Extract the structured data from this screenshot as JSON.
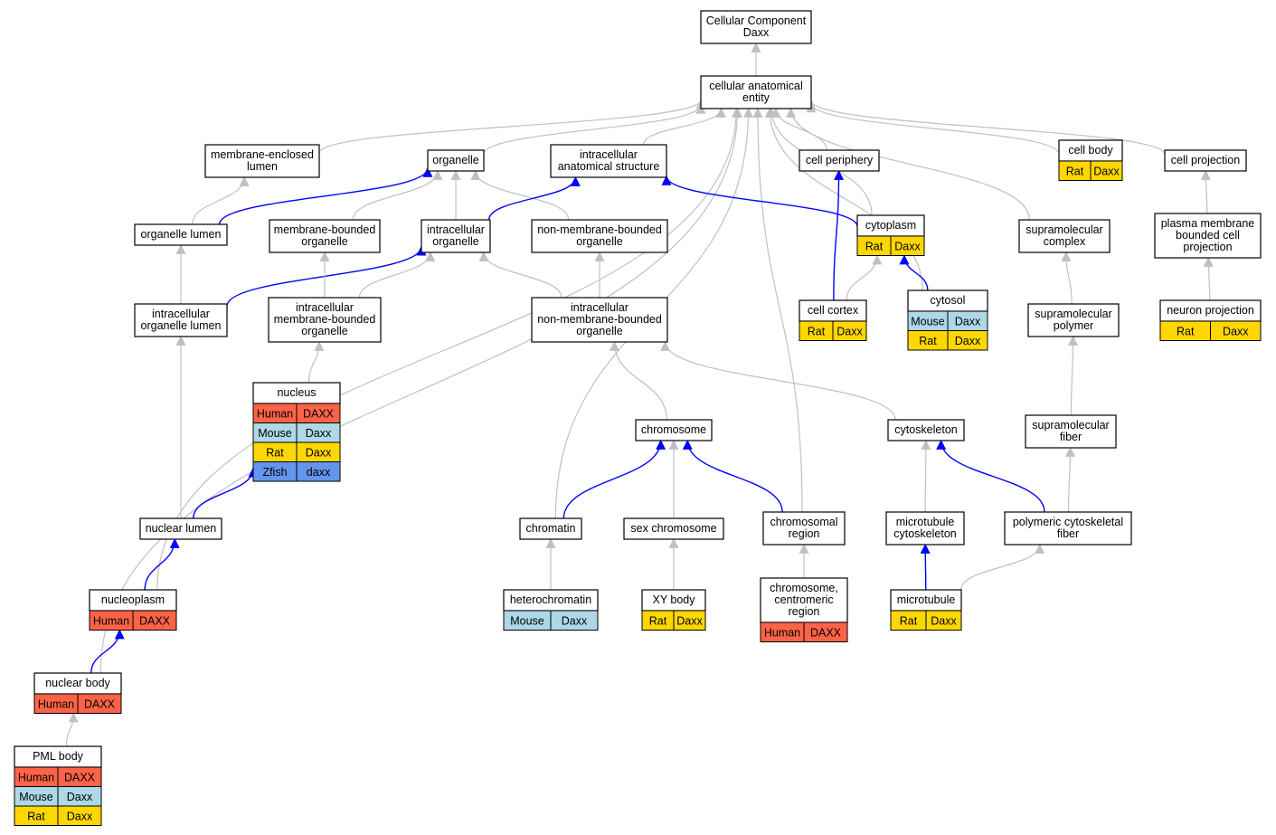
{
  "colors": {
    "human": "#ff6347",
    "mouse": "#add8e6",
    "rat": "#ffd700",
    "zfish": "#6495ed",
    "edge_gray": "#c0c0c0",
    "edge_blue": "#0000ff"
  },
  "nodes": {
    "root": {
      "lines": [
        "Cellular Component",
        "Daxx"
      ]
    },
    "cae": {
      "lines": [
        "cellular anatomical",
        "entity"
      ]
    },
    "mel": {
      "lines": [
        "membrane-enclosed",
        "lumen"
      ]
    },
    "organelle": {
      "lines": [
        "organelle"
      ]
    },
    "ias": {
      "lines": [
        "intracellular",
        "anatomical structure"
      ]
    },
    "cellperiph": {
      "lines": [
        "cell periphery"
      ]
    },
    "cellbody": {
      "lines": [
        "cell body"
      ],
      "species": [
        [
          "Rat",
          "Daxx"
        ]
      ]
    },
    "cellproj": {
      "lines": [
        "cell projection"
      ]
    },
    "orglumen": {
      "lines": [
        "organelle lumen"
      ]
    },
    "mbo": {
      "lines": [
        "membrane-bounded",
        "organelle"
      ]
    },
    "intorg": {
      "lines": [
        "intracellular",
        "organelle"
      ]
    },
    "nmbo": {
      "lines": [
        "non-membrane-bounded",
        "organelle"
      ]
    },
    "cytoplasm": {
      "lines": [
        "cytoplasm"
      ],
      "species": [
        [
          "Rat",
          "Daxx"
        ]
      ]
    },
    "supracomplex": {
      "lines": [
        "supramolecular",
        "complex"
      ]
    },
    "pmbcp": {
      "lines": [
        "plasma membrane",
        "bounded cell",
        "projection"
      ]
    },
    "iol": {
      "lines": [
        "intracellular",
        "organelle lumen"
      ]
    },
    "imbo": {
      "lines": [
        "intracellular",
        "membrane-bounded",
        "organelle"
      ]
    },
    "inmbo": {
      "lines": [
        "intracellular",
        "non-membrane-bounded",
        "organelle"
      ]
    },
    "cellcortex": {
      "lines": [
        "cell cortex"
      ],
      "species": [
        [
          "Rat",
          "Daxx"
        ]
      ]
    },
    "cytosol": {
      "lines": [
        "cytosol"
      ],
      "species": [
        [
          "Mouse",
          "Daxx"
        ],
        [
          "Rat",
          "Daxx"
        ]
      ]
    },
    "suprapolymer": {
      "lines": [
        "supramolecular",
        "polymer"
      ]
    },
    "neuronproj": {
      "lines": [
        "neuron projection"
      ],
      "species": [
        [
          "Rat",
          "Daxx"
        ]
      ]
    },
    "nucleus": {
      "lines": [
        "nucleus"
      ],
      "species": [
        [
          "Human",
          "DAXX"
        ],
        [
          "Mouse",
          "Daxx"
        ],
        [
          "Rat",
          "Daxx"
        ],
        [
          "Zfish",
          "daxx"
        ]
      ]
    },
    "chromosome": {
      "lines": [
        "chromosome"
      ]
    },
    "cytoskeleton": {
      "lines": [
        "cytoskeleton"
      ]
    },
    "suprafiber": {
      "lines": [
        "supramolecular",
        "fiber"
      ]
    },
    "nuclumen": {
      "lines": [
        "nuclear lumen"
      ]
    },
    "chromatin": {
      "lines": [
        "chromatin"
      ]
    },
    "sexchrom": {
      "lines": [
        "sex chromosome"
      ]
    },
    "chromregion": {
      "lines": [
        "chromosomal",
        "region"
      ]
    },
    "mtcyto": {
      "lines": [
        "microtubule",
        "cytoskeleton"
      ]
    },
    "pcf": {
      "lines": [
        "polymeric cytoskeletal",
        "fiber"
      ]
    },
    "nucleoplasm": {
      "lines": [
        "nucleoplasm"
      ],
      "species": [
        [
          "Human",
          "DAXX"
        ]
      ]
    },
    "heterochromatin": {
      "lines": [
        "heterochromatin"
      ],
      "species": [
        [
          "Mouse",
          "Daxx"
        ]
      ]
    },
    "xybody": {
      "lines": [
        "XY body"
      ],
      "species": [
        [
          "Rat",
          "Daxx"
        ]
      ]
    },
    "centromeric": {
      "lines": [
        "chromosome,",
        "centromeric",
        "region"
      ],
      "species": [
        [
          "Human",
          "DAXX"
        ]
      ]
    },
    "microtubule": {
      "lines": [
        "microtubule"
      ],
      "species": [
        [
          "Rat",
          "Daxx"
        ]
      ]
    },
    "nuclearbody": {
      "lines": [
        "nuclear body"
      ],
      "species": [
        [
          "Human",
          "DAXX"
        ]
      ]
    },
    "pmlbody": {
      "lines": [
        "PML body"
      ],
      "species": [
        [
          "Human",
          "DAXX"
        ],
        [
          "Mouse",
          "Daxx"
        ],
        [
          "Rat",
          "Daxx"
        ]
      ]
    }
  },
  "edges": [
    {
      "from": "cae",
      "to": "root",
      "type": "gray"
    },
    {
      "from": "mel",
      "to": "cae",
      "type": "gray"
    },
    {
      "from": "organelle",
      "to": "cae",
      "type": "gray"
    },
    {
      "from": "ias",
      "to": "cae",
      "type": "gray"
    },
    {
      "from": "cellperiph",
      "to": "cae",
      "type": "gray"
    },
    {
      "from": "cellbody",
      "to": "cae",
      "type": "gray"
    },
    {
      "from": "cellproj",
      "to": "cae",
      "type": "gray"
    },
    {
      "from": "cytoplasm",
      "to": "cae",
      "type": "gray"
    },
    {
      "from": "cytosol",
      "to": "cae",
      "type": "gray"
    },
    {
      "from": "supracomplex",
      "to": "cae",
      "type": "gray"
    },
    {
      "from": "chromatin",
      "to": "cae",
      "type": "gray"
    },
    {
      "from": "chromregion",
      "to": "cae",
      "type": "gray"
    },
    {
      "from": "nucleoplasm",
      "to": "cae",
      "type": "gray"
    },
    {
      "from": "nuclearbody",
      "to": "cae",
      "type": "gray"
    },
    {
      "from": "orglumen",
      "to": "mel",
      "type": "gray"
    },
    {
      "from": "orglumen",
      "to": "organelle",
      "type": "blue"
    },
    {
      "from": "mbo",
      "to": "organelle",
      "type": "gray"
    },
    {
      "from": "intorg",
      "to": "organelle",
      "type": "gray"
    },
    {
      "from": "nmbo",
      "to": "organelle",
      "type": "gray"
    },
    {
      "from": "intorg",
      "to": "ias",
      "type": "blue"
    },
    {
      "from": "cytoplasm",
      "to": "ias",
      "type": "blue"
    },
    {
      "from": "cellcortex",
      "to": "cellperiph",
      "type": "blue"
    },
    {
      "from": "pmbcp",
      "to": "cellproj",
      "type": "gray"
    },
    {
      "from": "iol",
      "to": "orglumen",
      "type": "gray"
    },
    {
      "from": "iol",
      "to": "intorg",
      "type": "blue"
    },
    {
      "from": "imbo",
      "to": "mbo",
      "type": "gray"
    },
    {
      "from": "imbo",
      "to": "intorg",
      "type": "gray"
    },
    {
      "from": "inmbo",
      "to": "intorg",
      "type": "gray"
    },
    {
      "from": "inmbo",
      "to": "nmbo",
      "type": "gray"
    },
    {
      "from": "cellcortex",
      "to": "cytoplasm",
      "type": "gray"
    },
    {
      "from": "cytosol",
      "to": "cytoplasm",
      "type": "blue"
    },
    {
      "from": "suprapolymer",
      "to": "supracomplex",
      "type": "gray"
    },
    {
      "from": "neuronproj",
      "to": "pmbcp",
      "type": "gray"
    },
    {
      "from": "nuclumen",
      "to": "iol",
      "type": "gray"
    },
    {
      "from": "nucleus",
      "to": "imbo",
      "type": "gray"
    },
    {
      "from": "chromosome",
      "to": "inmbo",
      "type": "gray"
    },
    {
      "from": "cytoskeleton",
      "to": "inmbo",
      "type": "gray"
    },
    {
      "from": "suprafiber",
      "to": "suprapolymer",
      "type": "gray"
    },
    {
      "from": "nuclumen",
      "to": "nucleus",
      "type": "blue"
    },
    {
      "from": "chromatin",
      "to": "chromosome",
      "type": "blue"
    },
    {
      "from": "sexchrom",
      "to": "chromosome",
      "type": "gray"
    },
    {
      "from": "chromregion",
      "to": "chromosome",
      "type": "blue"
    },
    {
      "from": "mtcyto",
      "to": "cytoskeleton",
      "type": "gray"
    },
    {
      "from": "pcf",
      "to": "cytoskeleton",
      "type": "blue"
    },
    {
      "from": "pcf",
      "to": "suprafiber",
      "type": "gray"
    },
    {
      "from": "nucleoplasm",
      "to": "nuclumen",
      "type": "blue"
    },
    {
      "from": "heterochromatin",
      "to": "chromatin",
      "type": "gray"
    },
    {
      "from": "xybody",
      "to": "sexchrom",
      "type": "gray"
    },
    {
      "from": "centromeric",
      "to": "chromregion",
      "type": "gray"
    },
    {
      "from": "microtubule",
      "to": "mtcyto",
      "type": "blue"
    },
    {
      "from": "microtubule",
      "to": "pcf",
      "type": "gray"
    },
    {
      "from": "nuclearbody",
      "to": "nucleoplasm",
      "type": "blue"
    },
    {
      "from": "pmlbody",
      "to": "nuclearbody",
      "type": "gray"
    }
  ]
}
